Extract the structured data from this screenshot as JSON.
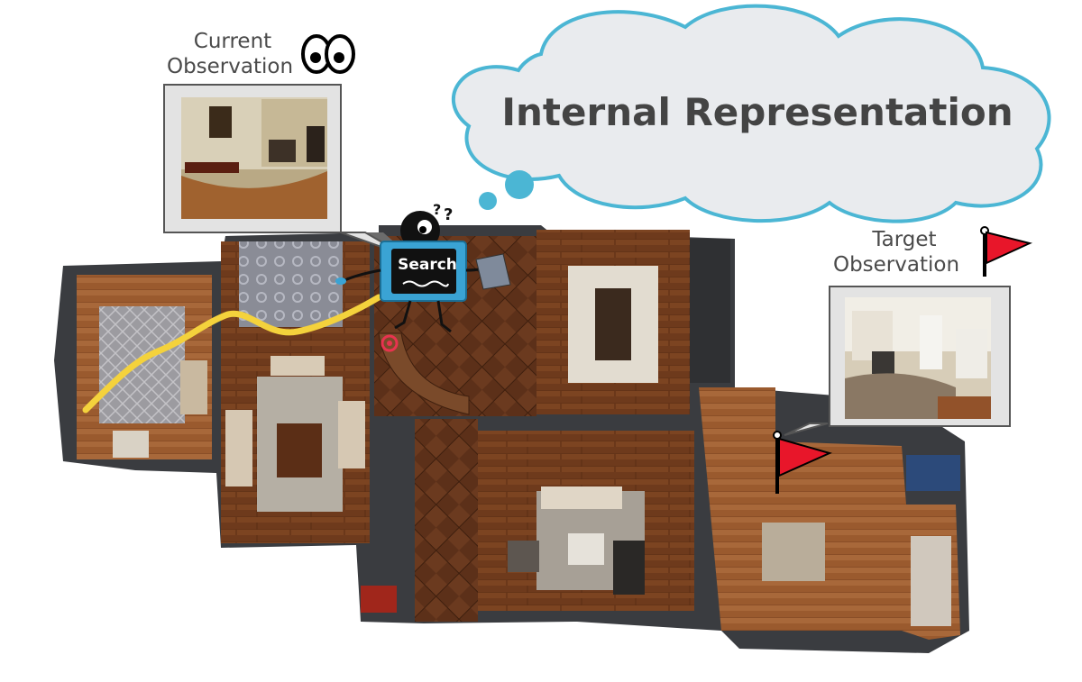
{
  "thought_cloud": {
    "title": "Internal Representation",
    "border_color": "#4bb6d4",
    "fill_color": "#e9ebee"
  },
  "current_observation": {
    "label_line1": "Current",
    "label_line2": "Observation",
    "icon": "eyes-icon"
  },
  "target_observation": {
    "label_line1": "Target",
    "label_line2": "Observation",
    "icon": "red-flag-icon",
    "flag_color": "#e8162a"
  },
  "agent": {
    "screen_text": "Search",
    "body_color": "#3aa3d4",
    "icon": "question-marks-icon"
  },
  "trajectory": {
    "color": "#f4d23c"
  },
  "goal_marker": {
    "icon": "red-flag-icon",
    "color": "#e8162a"
  },
  "start_marker": {
    "icon": "location-pin-icon",
    "color": "#e8334f"
  }
}
